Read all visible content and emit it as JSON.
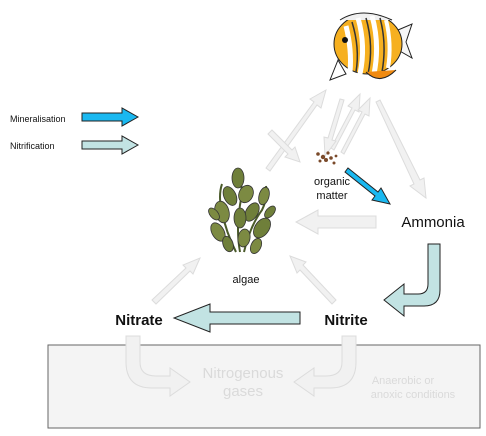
{
  "legend": {
    "mineralisation": {
      "label": "Mineralisation",
      "color": "#1ab8f0"
    },
    "nitrification": {
      "label": "Nitrification",
      "color": "#c2e3e3"
    }
  },
  "nodes": {
    "organic_matter_line1": "organic",
    "organic_matter_line2": "matter",
    "ammonia": "Ammonia",
    "algae": "algae",
    "nitrate": "Nitrate",
    "nitrite": "Nitrite",
    "nitrogenous_line1": "Nitrogenous",
    "nitrogenous_line2": "gases",
    "anaerobic_line1": "Anaerobic or",
    "anaerobic_line2": "anoxic conditions"
  },
  "icons": {
    "fish": "butterflyfish-icon",
    "algae": "seaweed-icon",
    "organic_matter": "particles-icon"
  },
  "colors": {
    "faded_arrow": "#f1f1f1",
    "faded_stroke": "#dcdcdc",
    "sediment_fill": "#f4f4f4",
    "sediment_stroke": "#666666",
    "faded_text": "#dadada"
  }
}
